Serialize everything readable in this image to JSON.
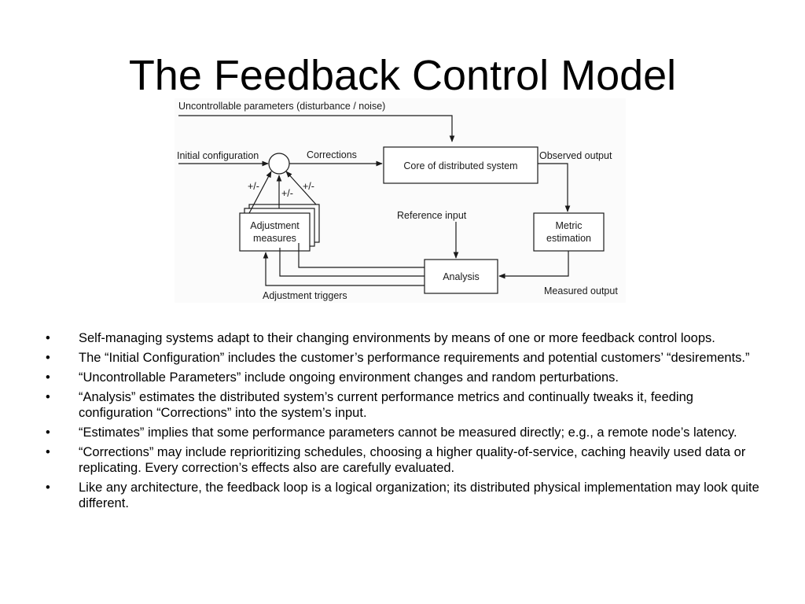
{
  "slide": {
    "title": "The Feedback Control Model"
  },
  "diagram": {
    "labels": {
      "uncontrollable": "Uncontrollable parameters (disturbance / noise)",
      "initial_configuration": "Initial configuration",
      "corrections": "Corrections",
      "core": "Core of distributed system",
      "observed_output": "Observed output",
      "pm1": "+/-",
      "pm2": "+/-",
      "pm3": "+/-",
      "adjustment_line1": "Adjustment",
      "adjustment_line2": "measures",
      "reference_input": "Reference input",
      "metric_line1": "Metric",
      "metric_line2": "estimation",
      "analysis": "Analysis",
      "adjustment_triggers": "Adjustment triggers",
      "measured_output": "Measured output"
    }
  },
  "bullets": [
    "Self-managing systems adapt to their changing environments by means of one or more feedback control loops.",
    "The “Initial Configuration” includes the customer’s performance requirements and potential customers’ “desirements.”",
    "“Uncontrollable Parameters” include ongoing environment changes and random perturbations.",
    "“Analysis” estimates the distributed system’s current performance metrics and continually tweaks it, feeding configuration “Corrections” into the system’s input.",
    "“Estimates” implies that some performance parameters cannot be measured directly; e.g., a remote node’s latency.",
    "“Corrections” may include reprioritizing schedules, choosing a higher quality-of-service, caching heavily used data or replicating. Every correction’s effects also are carefully evaluated.",
    "Like any architecture, the feedback loop is a logical organization; its distributed physical implementation may look quite different."
  ],
  "bullet_symbol": "•"
}
